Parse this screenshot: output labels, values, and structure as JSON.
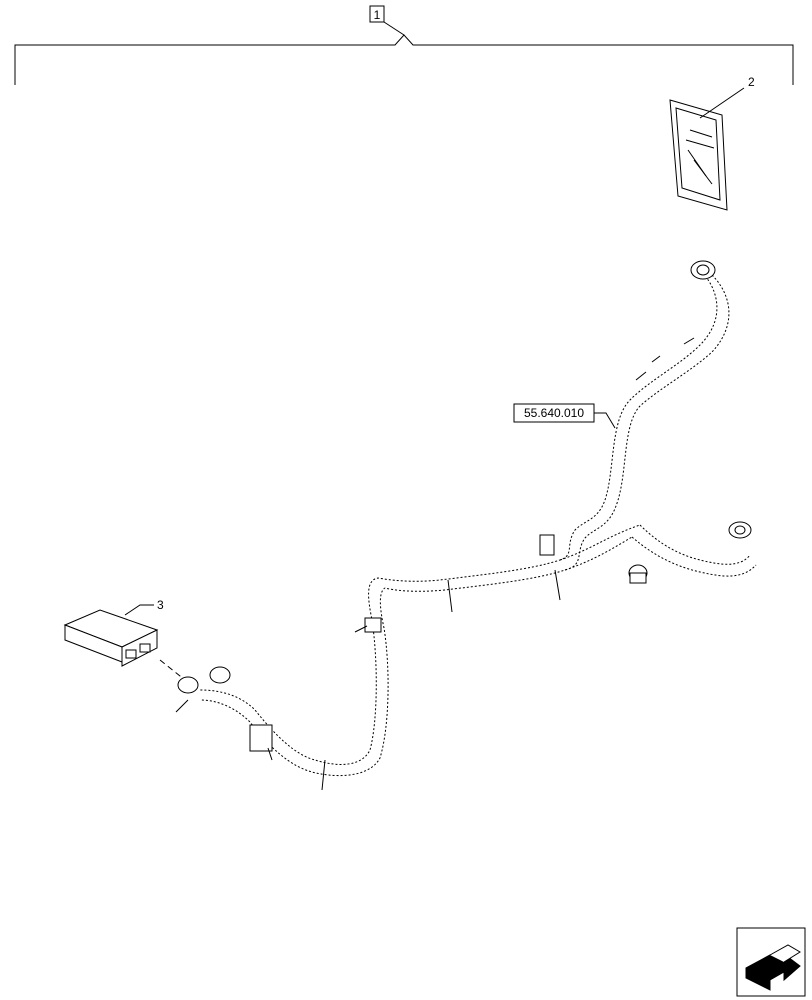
{
  "diagram": {
    "callouts": {
      "kit": "1",
      "manual": "2",
      "module": "3",
      "harness_ref": "55.640.010"
    },
    "icons": [
      "next-page-arrow-icon"
    ]
  }
}
